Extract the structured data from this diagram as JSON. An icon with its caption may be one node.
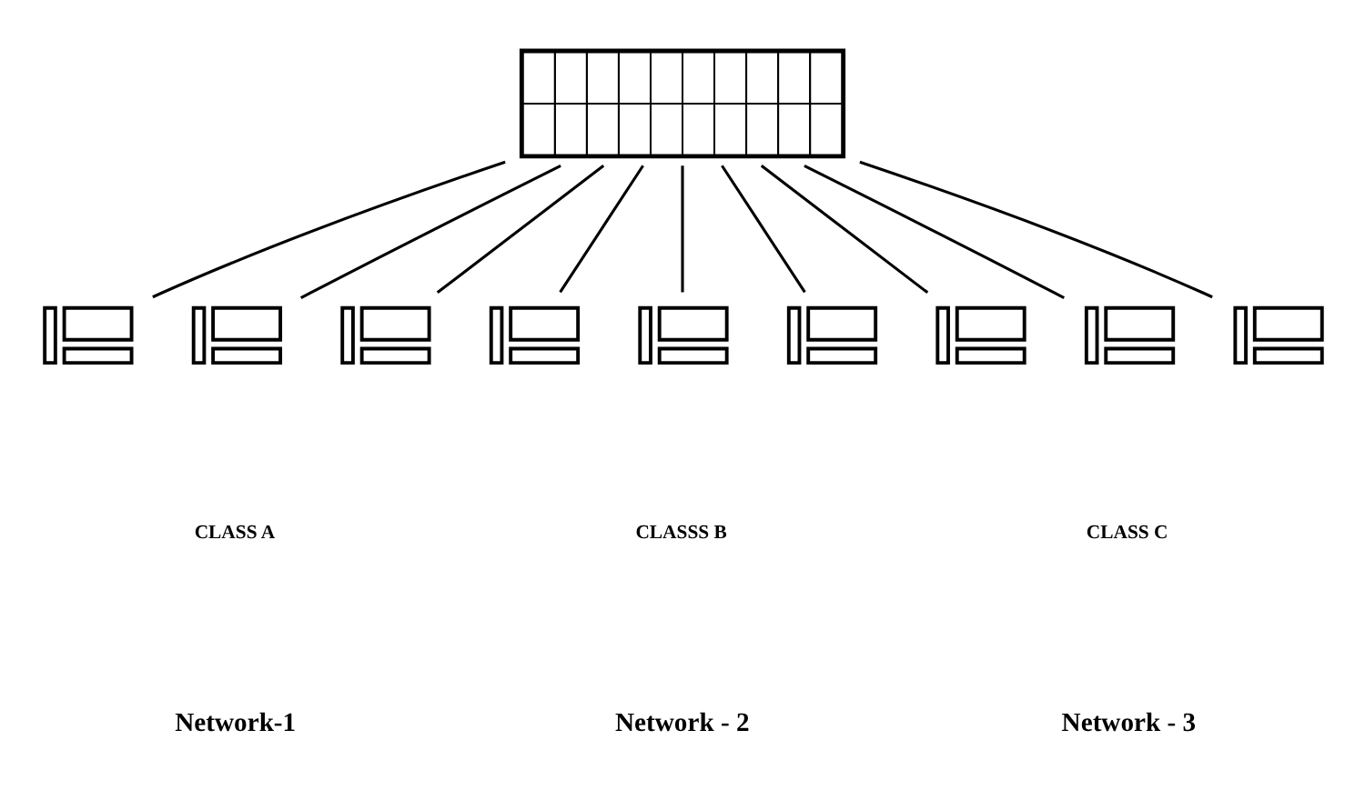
{
  "diagram": {
    "nodes": [
      {
        "text": [],
        "shape": "picture"
      },
      {
        "text": [],
        "shape": "picture"
      },
      {
        "text": [],
        "shape": "picture"
      },
      {
        "text": [],
        "shape": "picture"
      },
      {
        "text": [],
        "shape": "picture"
      },
      {
        "text": [],
        "shape": "picture"
      },
      {
        "text": [],
        "shape": "picture"
      },
      {
        "text": [],
        "shape": "picture"
      },
      {
        "text": [],
        "shape": "picture"
      },
      {
        "text": [],
        "shape": "picture"
      }
    ],
    "edges": [
      {
        "from": 0,
        "to": 1,
        "arrow": "none"
      },
      {
        "from": 0,
        "to": 2,
        "arrow": "none"
      },
      {
        "from": 0,
        "to": 3,
        "arrow": "none"
      },
      {
        "from": 0,
        "to": 4,
        "arrow": "none"
      },
      {
        "from": 0,
        "to": 5,
        "arrow": "none"
      },
      {
        "from": 0,
        "to": 6,
        "arrow": "none"
      },
      {
        "from": 0,
        "to": 7,
        "arrow": "none"
      },
      {
        "from": 0,
        "to": 8,
        "arrow": "none"
      },
      {
        "from": 0,
        "to": 9,
        "arrow": "none"
      }
    ],
    "labels": [
      "CLASS A",
      "CLASSS B",
      "CLASS C",
      "Network-1",
      "Network - 2",
      "Network - 3"
    ]
  }
}
